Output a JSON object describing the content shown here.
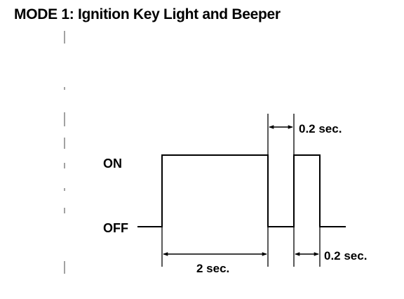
{
  "title": "MODE 1: Ignition Key Light and Beeper",
  "labels": {
    "on": "ON",
    "off": "OFF"
  },
  "annotations": {
    "first_pulse": "2 sec.",
    "gap": "0.2 sec.",
    "second_pulse": "0.2 sec."
  },
  "colors": {
    "ink": "#000000",
    "background": "#ffffff"
  }
}
